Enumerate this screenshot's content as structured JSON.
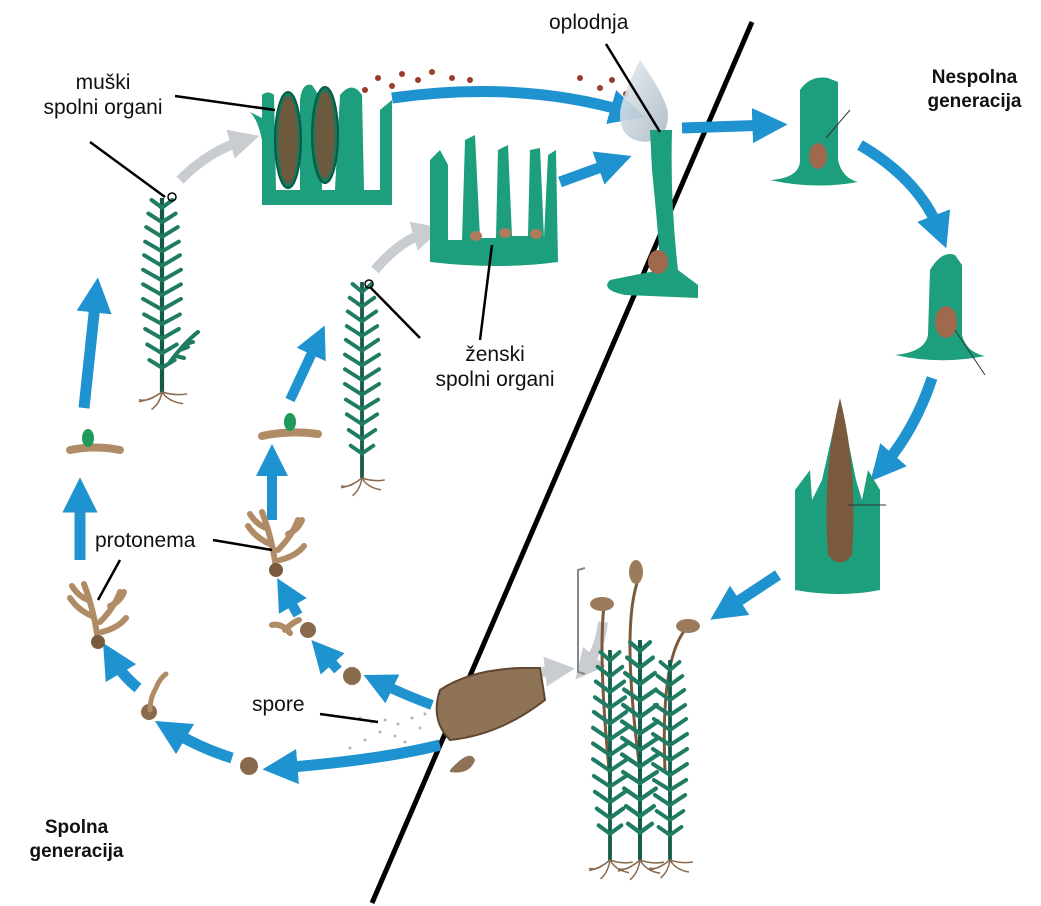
{
  "labels": {
    "muski_line1": "muški",
    "muski_line2": "spolni organi",
    "oplodnja": "oplodnja",
    "zenski_line1": "ženski",
    "zenski_line2": "spolni organi",
    "proklicnica": "protonema",
    "spore": "spore",
    "nespolna_line1": "Nespolna",
    "nespolna_line2": "generacija",
    "spolna_line1": "Spolna",
    "spolna_line2": "generacija"
  },
  "colors": {
    "arrow_blue": "#1e93cf",
    "tissue_green": "#1d9e7c",
    "tissue_dark": "#0f7a5d",
    "moss_green": "#1f7c63",
    "brown": "#9c7b5a",
    "divider": "#000000",
    "grey_arrow": "#c9cdd1"
  },
  "icons": {
    "arrows": "flow-arrow-icon",
    "plants": "moss-plant-icon"
  }
}
